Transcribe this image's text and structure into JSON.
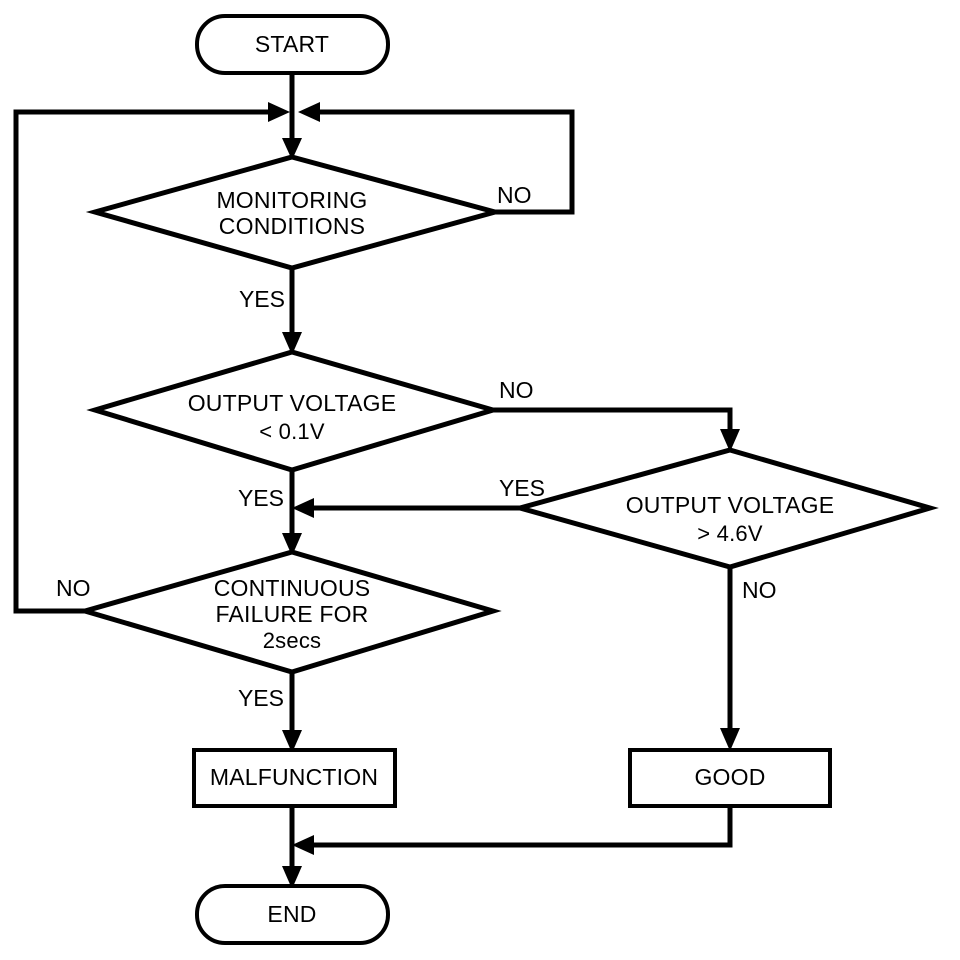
{
  "diagram": {
    "type": "flowchart",
    "title": "",
    "background_color": "#ffffff",
    "line_color": "#000000",
    "nodes": {
      "start": {
        "id": "start",
        "shape": "terminator",
        "label": "START"
      },
      "monitoring": {
        "id": "monitoring",
        "shape": "decision",
        "label_line1": "MONITORING",
        "label_line2": "CONDITIONS"
      },
      "voltage_low": {
        "id": "voltage_low",
        "shape": "decision",
        "label_line1": "OUTPUT VOLTAGE",
        "label_line2": "< 0.1V"
      },
      "voltage_high": {
        "id": "voltage_high",
        "shape": "decision",
        "label_line1": "OUTPUT VOLTAGE",
        "label_line2": "> 4.6V"
      },
      "continuous": {
        "id": "continuous",
        "shape": "decision",
        "label_line1": "CONTINUOUS",
        "label_line2": "FAILURE FOR",
        "label_line3": "2secs"
      },
      "malfunction": {
        "id": "malfunction",
        "shape": "process",
        "label": "MALFUNCTION"
      },
      "good": {
        "id": "good",
        "shape": "process",
        "label": "GOOD"
      },
      "end": {
        "id": "end",
        "shape": "terminator",
        "label": "END"
      }
    },
    "edge_labels": {
      "monitoring_no": "NO",
      "monitoring_yes": "YES",
      "voltage_low_no": "NO",
      "voltage_low_yes": "YES",
      "voltage_high_yes": "YES",
      "voltage_high_no": "NO",
      "continuous_no": "NO",
      "continuous_yes": "YES"
    }
  }
}
